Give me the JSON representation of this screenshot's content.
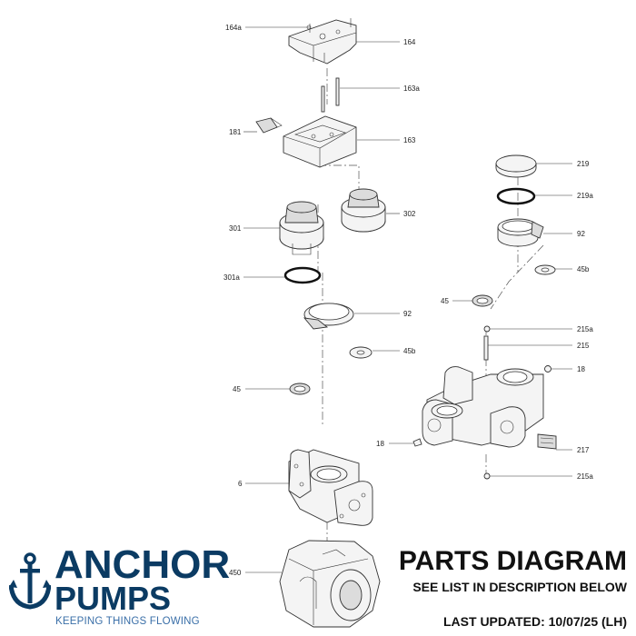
{
  "callouts": {
    "c164a": "164a",
    "c164": "164",
    "c163a": "163a",
    "c181": "181",
    "c163": "163",
    "c301": "301",
    "c302": "302",
    "c301a": "301a",
    "c92a": "92",
    "c45b_a": "45b",
    "c45_a": "45",
    "c6": "6",
    "c450": "450",
    "c219": "219",
    "c219a": "219a",
    "c92b": "92",
    "c45b_b": "45b",
    "c45_b": "45",
    "c215a_a": "215a",
    "c215": "215",
    "c18_a": "18",
    "c18_b": "18",
    "c217": "217",
    "c215a_b": "215a"
  },
  "branding": {
    "company_line1": "ANCHOR",
    "company_line2": "PUMPS",
    "tagline": "KEEPING THINGS FLOWING",
    "brand_color": "#0b3b63",
    "tagline_color": "#3a6fa8",
    "logo_icon": "anchor-icon"
  },
  "header": {
    "title": "PARTS DIAGRAM",
    "subtitle": "SEE LIST IN DESCRIPTION BELOW",
    "last_updated": "LAST UPDATED: 10/07/25 (LH)"
  }
}
